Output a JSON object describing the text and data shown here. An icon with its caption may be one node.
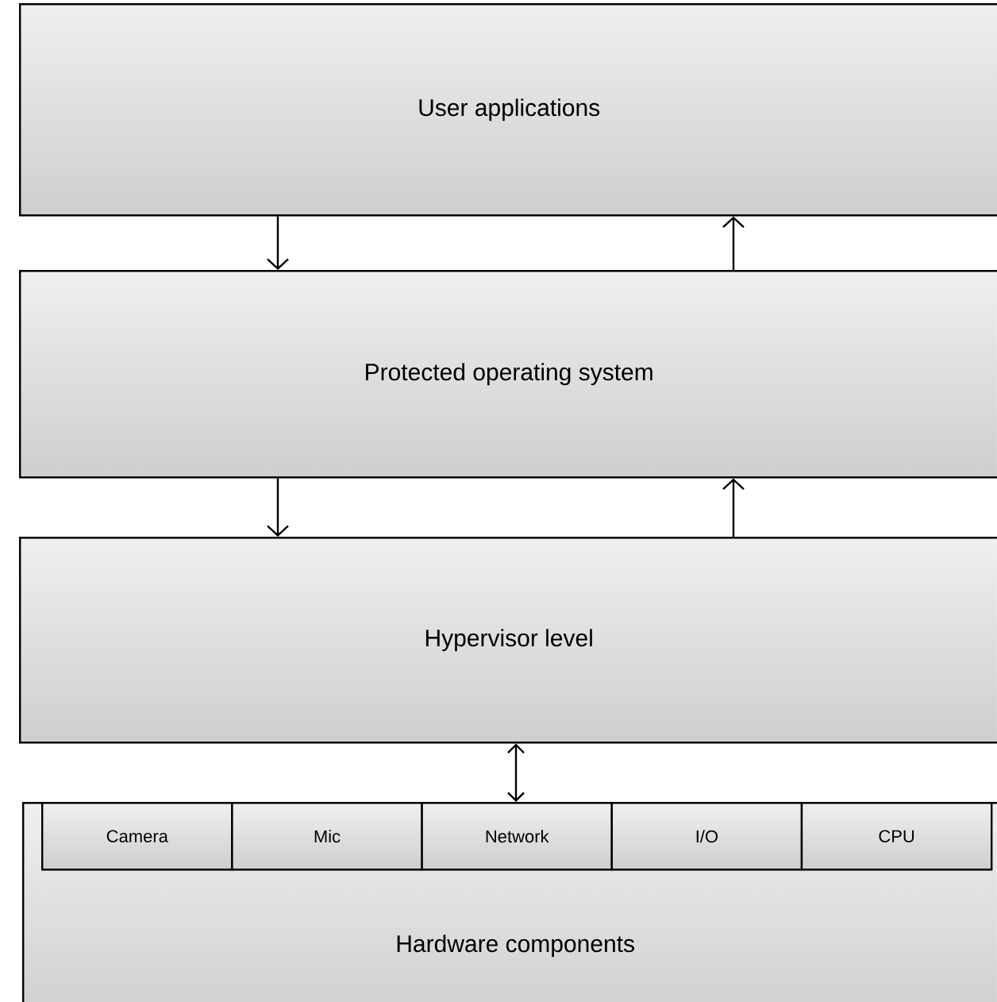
{
  "diagram": {
    "nodes": [
      {
        "text": [
          "User applications"
        ]
      },
      {
        "text": [
          "Protected operating system"
        ]
      },
      {
        "text": [
          "Hypervisor level"
        ]
      },
      {
        "text": [
          "Hardware components"
        ]
      },
      {
        "text": [
          "Camera"
        ],
        "in": 3
      },
      {
        "text": [
          "Mic"
        ],
        "in": 3
      },
      {
        "text": [
          "Network"
        ],
        "in": 3
      },
      {
        "text": [
          "I/O"
        ],
        "in": 3
      },
      {
        "text": [
          "CPU"
        ],
        "in": 3
      }
    ],
    "edges": [
      {
        "from": 0,
        "to": 1,
        "arrow": "to"
      },
      {
        "from": 1,
        "to": 0,
        "arrow": "to"
      },
      {
        "from": 1,
        "to": 2,
        "arrow": "to"
      },
      {
        "from": 2,
        "to": 1,
        "arrow": "to"
      },
      {
        "from": 2,
        "to": 3,
        "arrow": "both"
      }
    ]
  }
}
